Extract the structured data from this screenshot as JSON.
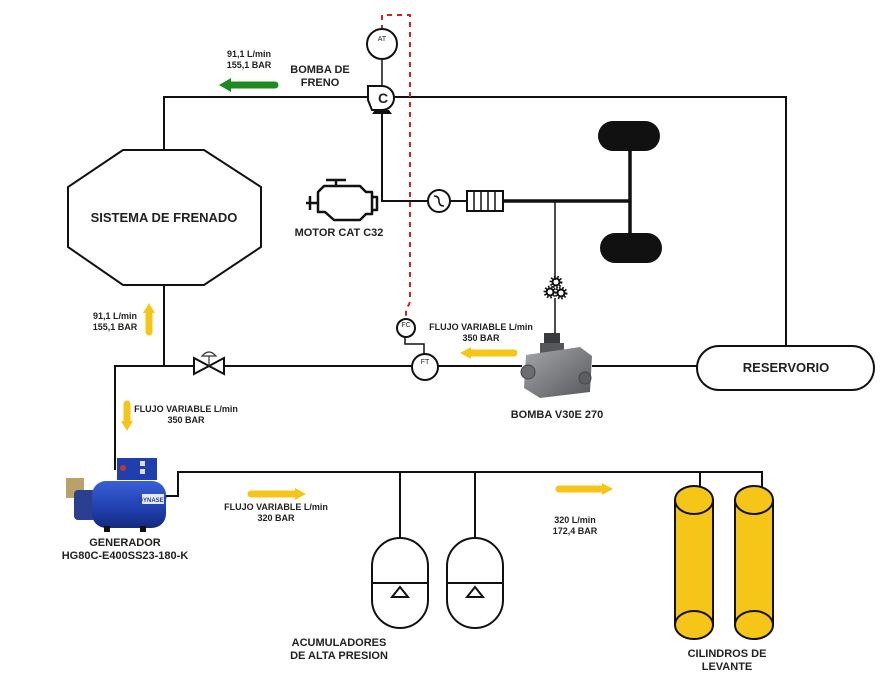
{
  "colors": {
    "line": "#111111",
    "signal": "#cc2222",
    "flow_green": "#1f8a1f",
    "flow_yellow": "#f5c518",
    "cylinder_fill": "#f5c518",
    "generator_blue": "#1f3fae",
    "pump_grey": "#7d7f82"
  },
  "components": {
    "brake_system": {
      "label": "SISTEMA DE FRENADO"
    },
    "brake_pump": {
      "label_line1": "BOMBA DE",
      "label_line2": "FRENO"
    },
    "engine": {
      "label": "MOTOR CAT C32"
    },
    "reservoir": {
      "label": "RESERVORIO"
    },
    "main_pump": {
      "label": "BOMBA V30E 270"
    },
    "generator": {
      "label_line1": "GENERADOR",
      "label_line2": "HG80C-E400SS23-180-K",
      "brand": "DYNASET"
    },
    "accumulators": {
      "label_line1": "ACUMULADORES",
      "label_line2": "DE ALTA PRESION"
    },
    "lift_cylinders": {
      "label_line1": "CILINDROS DE",
      "label_line2": "LEVANTE"
    }
  },
  "instruments": {
    "at": "AT",
    "fc": "FC",
    "ft": "FT"
  },
  "flows": {
    "brake_return": {
      "line1": "91,1 L/min",
      "line2": "155,1 BAR",
      "direction": "left",
      "color": "green"
    },
    "brake_supply": {
      "line1": "91,1 L/min",
      "line2": "155,1 BAR",
      "direction": "up",
      "color": "yellow"
    },
    "pump_out": {
      "line1": "FLUJO VARIABLE L/min",
      "line2": "350 BAR",
      "direction": "left",
      "color": "yellow"
    },
    "generator_in": {
      "line1": "FLUJO VARIABLE L/min",
      "line2": "350 BAR",
      "direction": "down",
      "color": "yellow"
    },
    "generator_out": {
      "line1": "FLUJO VARIABLE L/min",
      "line2": "320 BAR",
      "direction": "right",
      "color": "yellow"
    },
    "cylinders_in": {
      "line1": "320 L/min",
      "line2": "172,4 BAR",
      "direction": "right",
      "color": "yellow"
    }
  }
}
